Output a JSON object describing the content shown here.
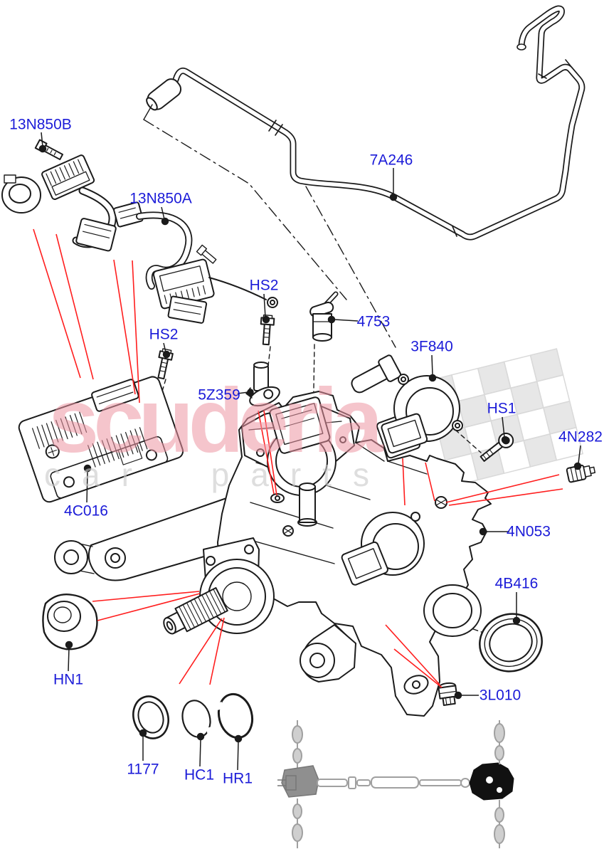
{
  "diagram": {
    "type": "vehicle-parts-exploded-diagram",
    "subject": "rear axle / rear drive unit with sensors, harnesses and seals",
    "watermark": {
      "brand": "scuderia",
      "sub": "car parts"
    },
    "colors": {
      "label_blue": "#1b1bd8",
      "leader_red": "#ff1e1e",
      "line_black": "#1b1b1b",
      "watermark_pink": "#ee96a4",
      "watermark_gray": "#c9c9c9",
      "thumbnail_gray": "#a0a0a0",
      "thumbnail_highlight": "#111111"
    },
    "labels": [
      {
        "id": "13N850B",
        "text": "13N850B"
      },
      {
        "id": "13N850A",
        "text": "13N850A"
      },
      {
        "id": "7A246",
        "text": "7A246"
      },
      {
        "id": "HS2-upper",
        "text": "HS2"
      },
      {
        "id": "4753",
        "text": "4753"
      },
      {
        "id": "3F840",
        "text": "3F840"
      },
      {
        "id": "HS2-left",
        "text": "HS2"
      },
      {
        "id": "5Z359",
        "text": "5Z359"
      },
      {
        "id": "HS1",
        "text": "HS1"
      },
      {
        "id": "4N282",
        "text": "4N282"
      },
      {
        "id": "4C016",
        "text": "4C016"
      },
      {
        "id": "4N053",
        "text": "4N053"
      },
      {
        "id": "4B416",
        "text": "4B416"
      },
      {
        "id": "HN1",
        "text": "HN1"
      },
      {
        "id": "3L010",
        "text": "3L010"
      },
      {
        "id": "1177",
        "text": "1177"
      },
      {
        "id": "HC1",
        "text": "HC1"
      },
      {
        "id": "HR1",
        "text": "HR1"
      }
    ]
  }
}
